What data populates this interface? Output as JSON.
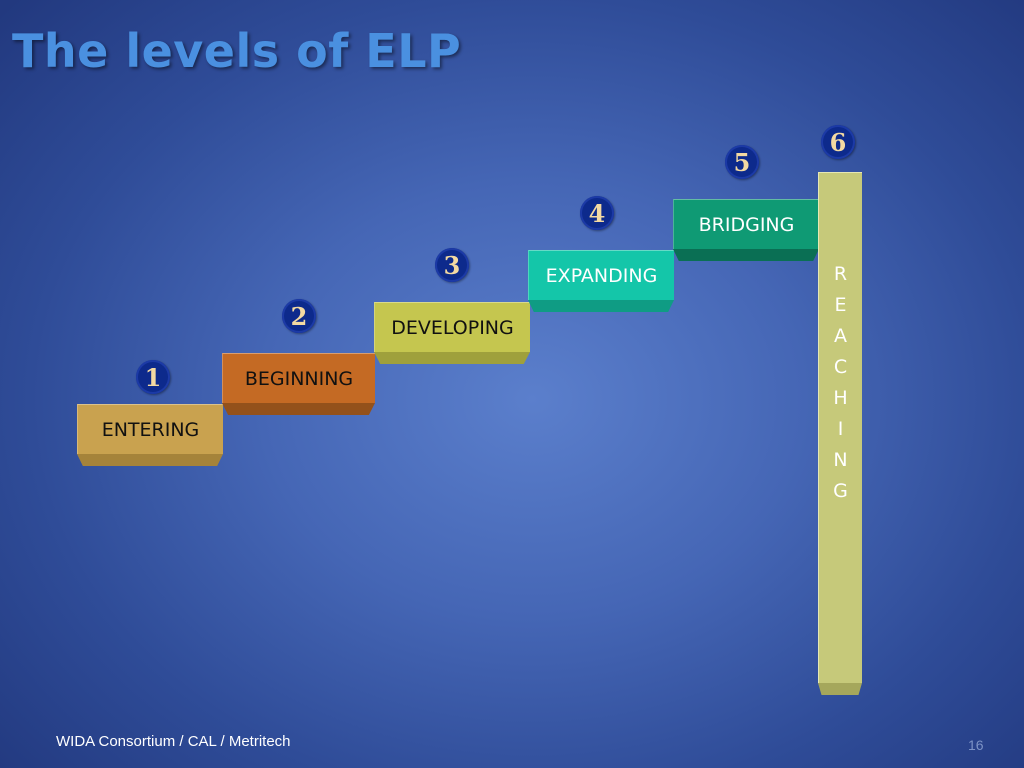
{
  "title": "The levels of ELP",
  "colors": {
    "entering": "#c9a24f",
    "beginning": "#c46a24",
    "developing": "#c5c64f",
    "expanding": "#14c6a9",
    "bridging": "#0f9a74",
    "reaching": "#c6c97a",
    "badge": "#0d2a8c",
    "badge_text": "#f3d9a2",
    "title": "#4a90e0"
  },
  "levels": [
    {
      "number": "1",
      "label": "ENTERING"
    },
    {
      "number": "2",
      "label": "BEGINNING"
    },
    {
      "number": "3",
      "label": "DEVELOPING"
    },
    {
      "number": "4",
      "label": "EXPANDING"
    },
    {
      "number": "5",
      "label": "BRIDGING"
    },
    {
      "number": "6",
      "label": "REACHING",
      "letters": [
        "R",
        "E",
        "A",
        "C",
        "H",
        "I",
        "N",
        "G"
      ]
    }
  ],
  "footer": "WIDA Consortium / CAL / Metritech",
  "page_number": "16"
}
